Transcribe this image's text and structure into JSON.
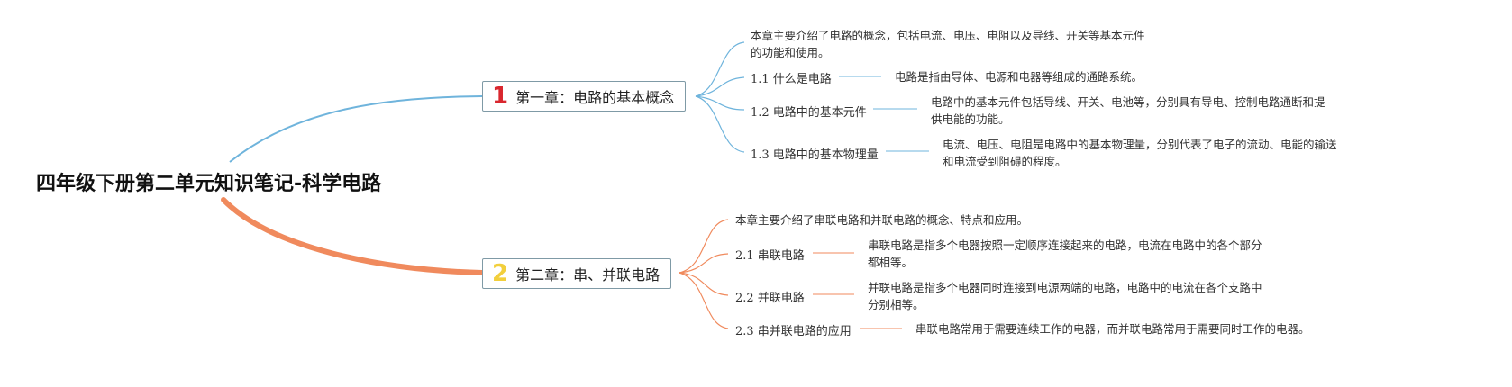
{
  "root": {
    "title": "四年级下册第二单元知识笔记-科学电路"
  },
  "chapters": [
    {
      "num": "1",
      "num_color": "#d9272e",
      "title": "第一章：电路的基本概念",
      "branch_color": "#6fb4dc",
      "intro": [
        "本章主要介绍了电路的概念，包括电流、电压、电阻以及导线、开关等基本元件",
        "的功能和使用。"
      ],
      "items": [
        {
          "label": "1.1 什么是电路",
          "desc": [
            "电路是指由导体、电源和电器等组成的通路系统。"
          ]
        },
        {
          "label": "1.2 电路中的基本元件",
          "desc": [
            "电路中的基本元件包括导线、开关、电池等，分别具有导电、控制电路通断和提",
            "供电能的功能。"
          ]
        },
        {
          "label": "1.3 电路中的基本物理量",
          "desc": [
            "电流、电压、电阻是电路中的基本物理量，分别代表了电子的流动、电能的输送",
            "和电流受到阻碍的程度。"
          ]
        }
      ]
    },
    {
      "num": "2",
      "num_color": "#f2cf3c",
      "title": "第二章：串、并联电路",
      "branch_color": "#f08a5d",
      "intro": [
        "本章主要介绍了串联电路和并联电路的概念、特点和应用。"
      ],
      "items": [
        {
          "label": "2.1 串联电路",
          "desc": [
            "串联电路是指多个电器按照一定顺序连接起来的电路，电流在电路中的各个部分",
            "都相等。"
          ]
        },
        {
          "label": "2.2 并联电路",
          "desc": [
            "并联电路是指多个电器同时连接到电源两端的电路，电路中的电流在各个支路中",
            "分别相等。"
          ]
        },
        {
          "label": "2.3 串并联电路的应用",
          "desc": [
            "串联电路常用于需要连续工作的电器，而并联电路常用于需要同时工作的电器。"
          ]
        }
      ]
    }
  ]
}
